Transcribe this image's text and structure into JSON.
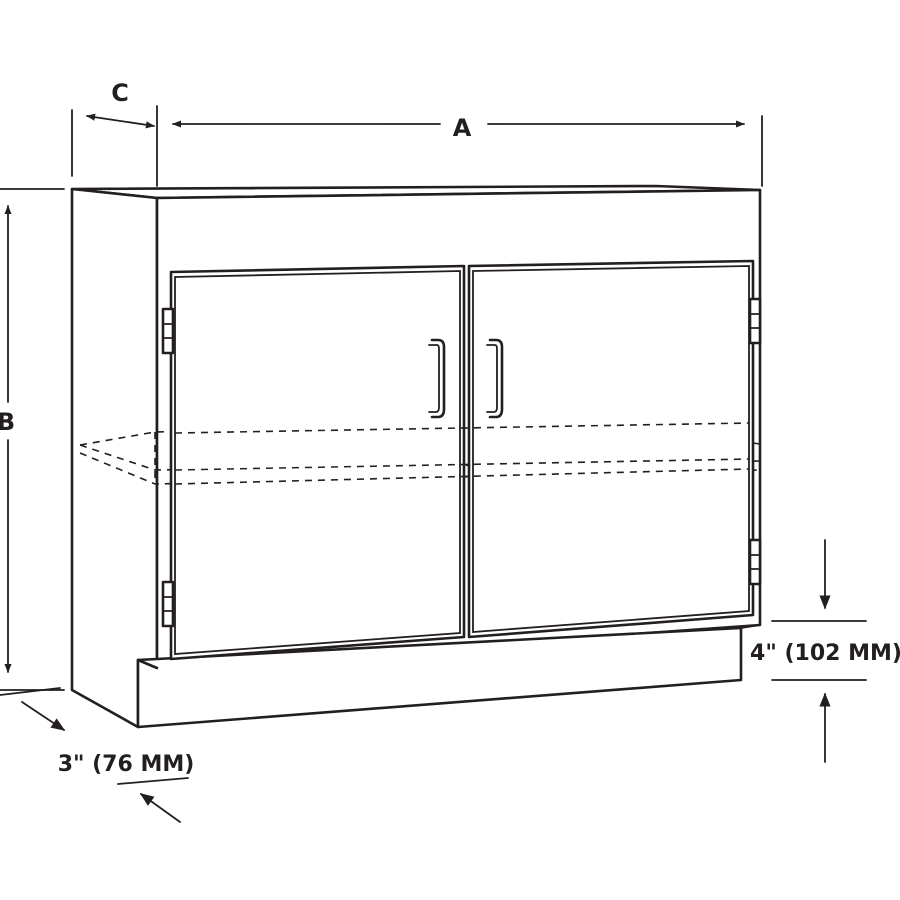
{
  "labels": {
    "width": "A",
    "height": "B",
    "depth": "C",
    "toe_kick_depth": "3\" (76 MM)",
    "toe_kick_height": "4\" (102 MM)"
  }
}
